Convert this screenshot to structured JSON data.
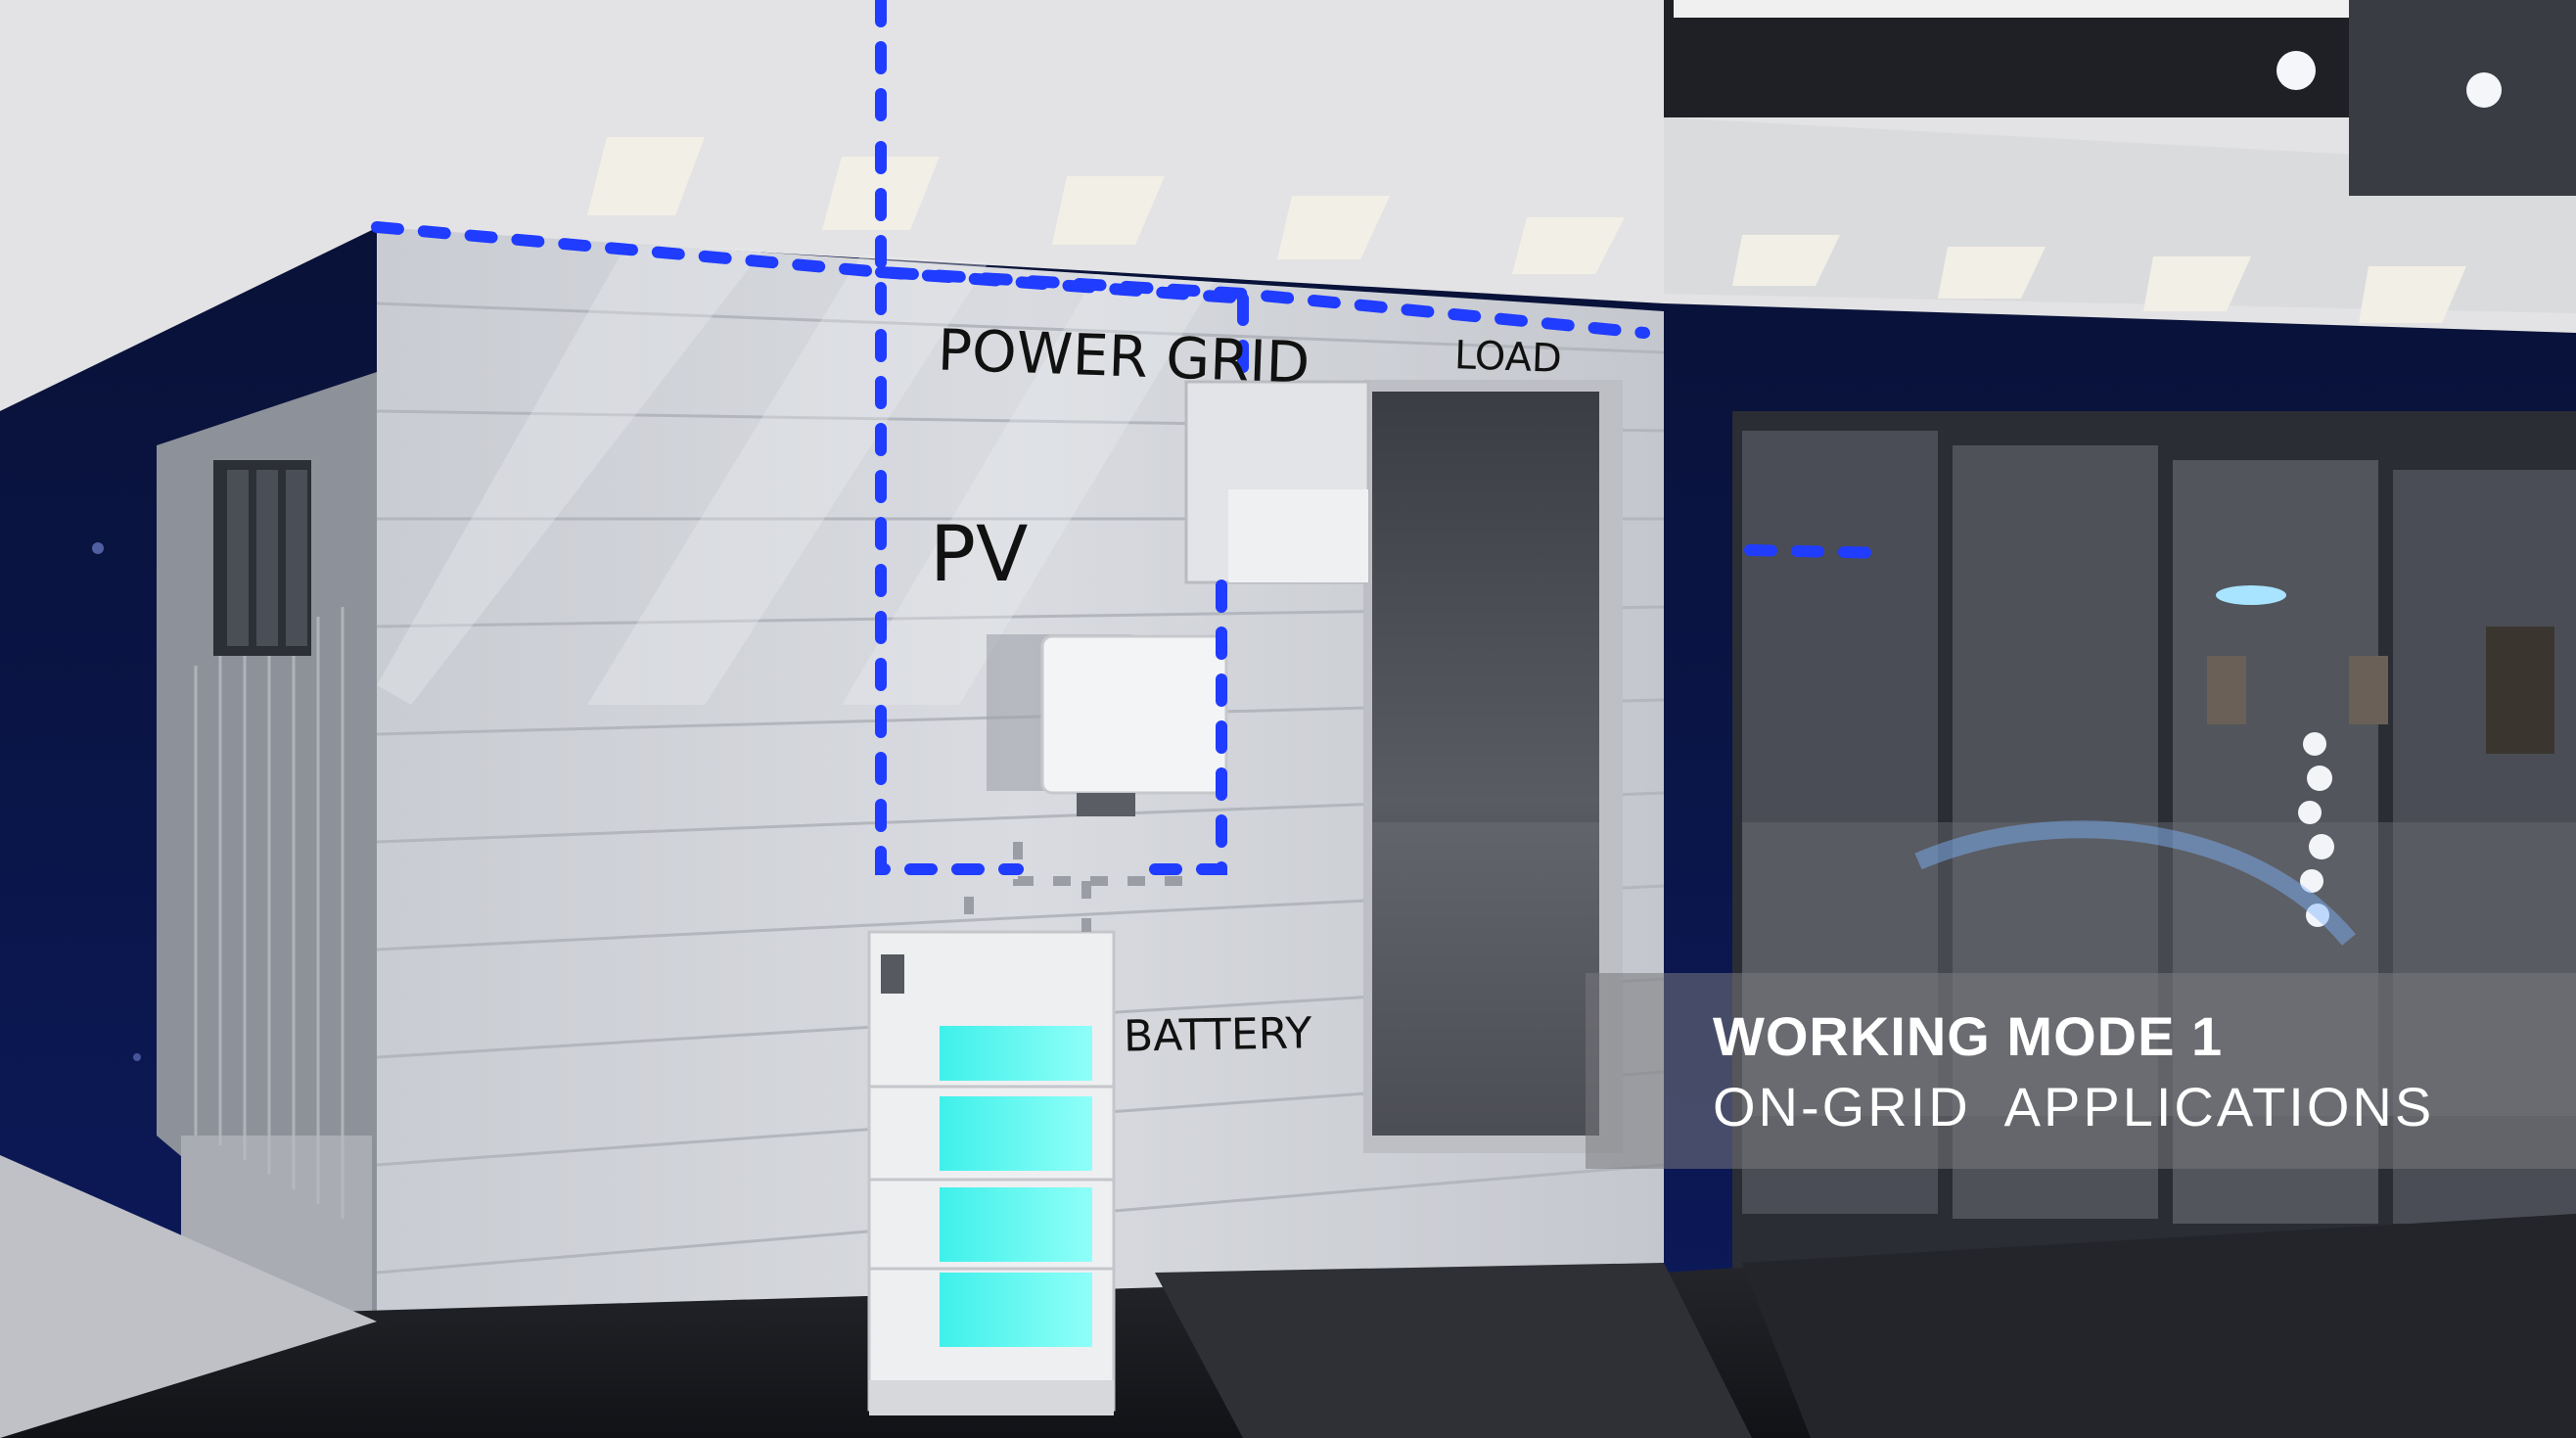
{
  "labels": {
    "power_grid": "POWER GRID",
    "load": "LOAD",
    "pv": "PV",
    "battery": "BATTERY"
  },
  "mode": {
    "title": "WORKING MODE 1",
    "subtitle": "ON-GRID  APPLICATIONS"
  },
  "colors": {
    "flow_dots": "#1f3cff",
    "battery_cells": "#3ff0ea",
    "night_sky": "#0a1440",
    "wall": "#d6d8dc"
  },
  "battery": {
    "module_count": 4
  }
}
